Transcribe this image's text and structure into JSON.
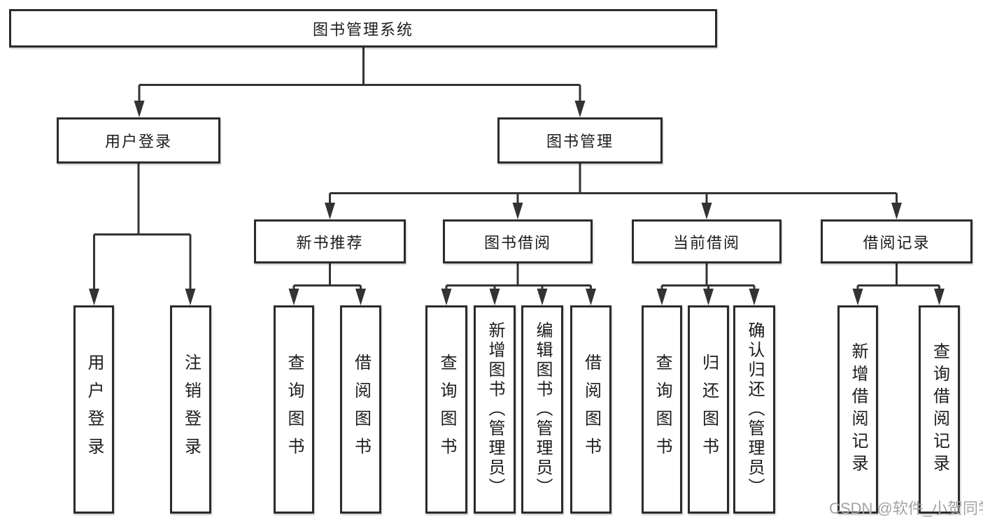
{
  "tree": {
    "root": {
      "label": "图书管理系统"
    },
    "branches": [
      {
        "label": "用户登录",
        "children": [
          "用户登录",
          "注销登录"
        ]
      },
      {
        "label": "图书管理",
        "sections": [
          {
            "label": "新书推荐",
            "children": [
              "查询图书",
              "借阅图书"
            ]
          },
          {
            "label": "图书借阅",
            "children": [
              "查询图书",
              "新增图书（管理员）",
              "编辑图书（管理员）",
              "借阅图书"
            ]
          },
          {
            "label": "当前借阅",
            "children": [
              "查询图书",
              "归还图书",
              "确认归还（管理员）"
            ]
          },
          {
            "label": "借阅记录",
            "children": [
              "新增借阅记录",
              "查询借阅记录"
            ]
          }
        ]
      }
    ]
  },
  "watermark": {
    "text": "CSDN @软件_小贺同学",
    "color": "#a3a3a3"
  },
  "colors": {
    "line": "#333333",
    "box_border": "#2b2b2b",
    "text": "#1c1c1c",
    "background": "#ffffff"
  }
}
